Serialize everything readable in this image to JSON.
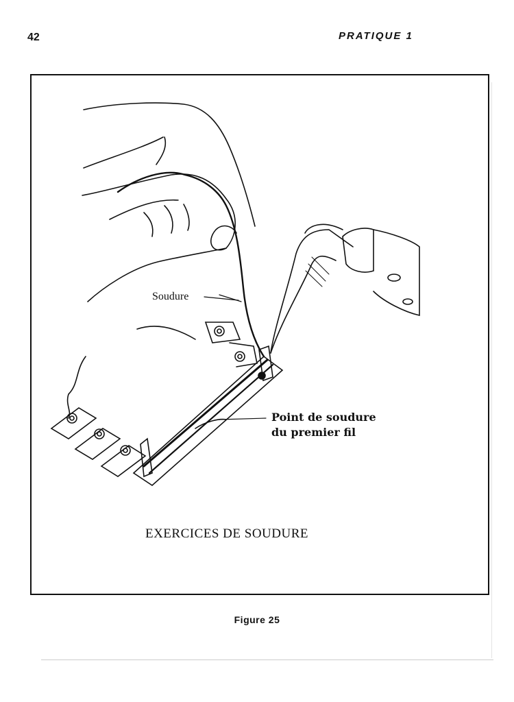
{
  "header": {
    "page_number": "42",
    "running_head": "PRATIQUE 1"
  },
  "figure": {
    "labels": {
      "solder": "Soudure",
      "solder_point_line1": "Point de soudure",
      "solder_point_line2": "du premier fil"
    },
    "title": "EXERCICES DE SOUDURE",
    "caption": "Figure 25"
  }
}
